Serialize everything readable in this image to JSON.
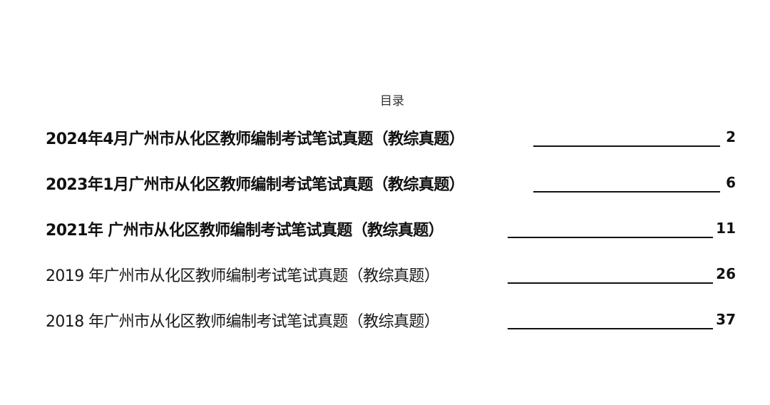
{
  "toc": {
    "title": "目录",
    "entries": [
      {
        "text": "2024年4月广州市从化区教师编制考试笔试真题（教综真题）",
        "page": "2"
      },
      {
        "text": "2023年1月广州市从化区教师编制考试笔试真题（教综真题）",
        "page": "6"
      },
      {
        "text": "2021年 广州市从化区教师编制考试笔试真题（教综真题）",
        "page": "11"
      },
      {
        "text": "2019  年广州市从化区教师编制考试笔试真题（教综真题）",
        "page": "26"
      },
      {
        "text": "2018  年广州市从化区教师编制考试笔试真题（教综真题）",
        "page": "37"
      }
    ]
  }
}
